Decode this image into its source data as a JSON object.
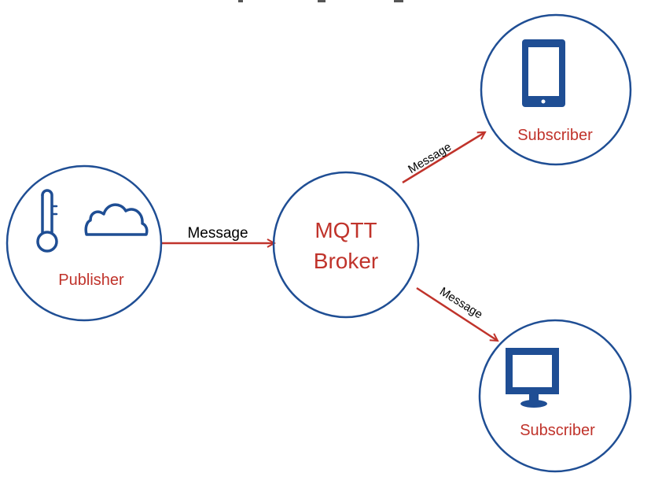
{
  "colors": {
    "circle_stroke": "#1f4e94",
    "icon_fill": "#1f4e94",
    "label_red": "#c0332b",
    "arrow_red": "#c0332b",
    "edge_text": "#000000"
  },
  "nodes": {
    "publisher": {
      "label": "Publisher",
      "icons": [
        "thermometer-icon",
        "cloud-icon"
      ]
    },
    "broker": {
      "label_line1": "MQTT",
      "label_line2": "Broker"
    },
    "subscriber_top": {
      "label": "Subscriber",
      "icon": "tablet-icon"
    },
    "subscriber_bottom": {
      "label": "Subscriber",
      "icon": "monitor-icon"
    }
  },
  "edges": {
    "publisher_to_broker": {
      "label": "Message"
    },
    "broker_to_subscriber_top": {
      "label": "Message"
    },
    "broker_to_subscriber_bottom": {
      "label": "Message"
    }
  }
}
